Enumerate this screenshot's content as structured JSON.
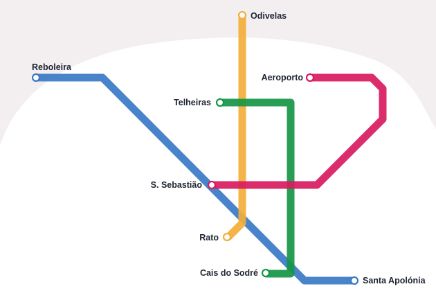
{
  "map": {
    "background": "#f3eff1",
    "land_color": "#ffffff",
    "lines": [
      {
        "id": "blue",
        "color": "#3a78c4",
        "stations": [
          "Reboleira",
          "S. Sebastião",
          "Cais do Sodré",
          "Santa Apolónia"
        ]
      },
      {
        "id": "yellow",
        "color": "#f4ae3b",
        "stations": [
          "Odivelas",
          "S. Sebastião",
          "Rato"
        ]
      },
      {
        "id": "green",
        "color": "#169647",
        "stations": [
          "Telheiras",
          "S. Sebastião",
          "Cais do Sodré"
        ]
      },
      {
        "id": "red",
        "color": "#d81b60",
        "stations": [
          "Aeroporto",
          "S. Sebastião"
        ]
      }
    ],
    "stations": {
      "odivelas": "Odivelas",
      "reboleira": "Reboleira",
      "aeroporto": "Aeroporto",
      "telheiras": "Telheiras",
      "s_sebastiao": "S. Sebastião",
      "rato": "Rato",
      "cais_do_sodre": "Cais do Sodré",
      "santa_apolonia": "Santa Apolónia"
    }
  }
}
